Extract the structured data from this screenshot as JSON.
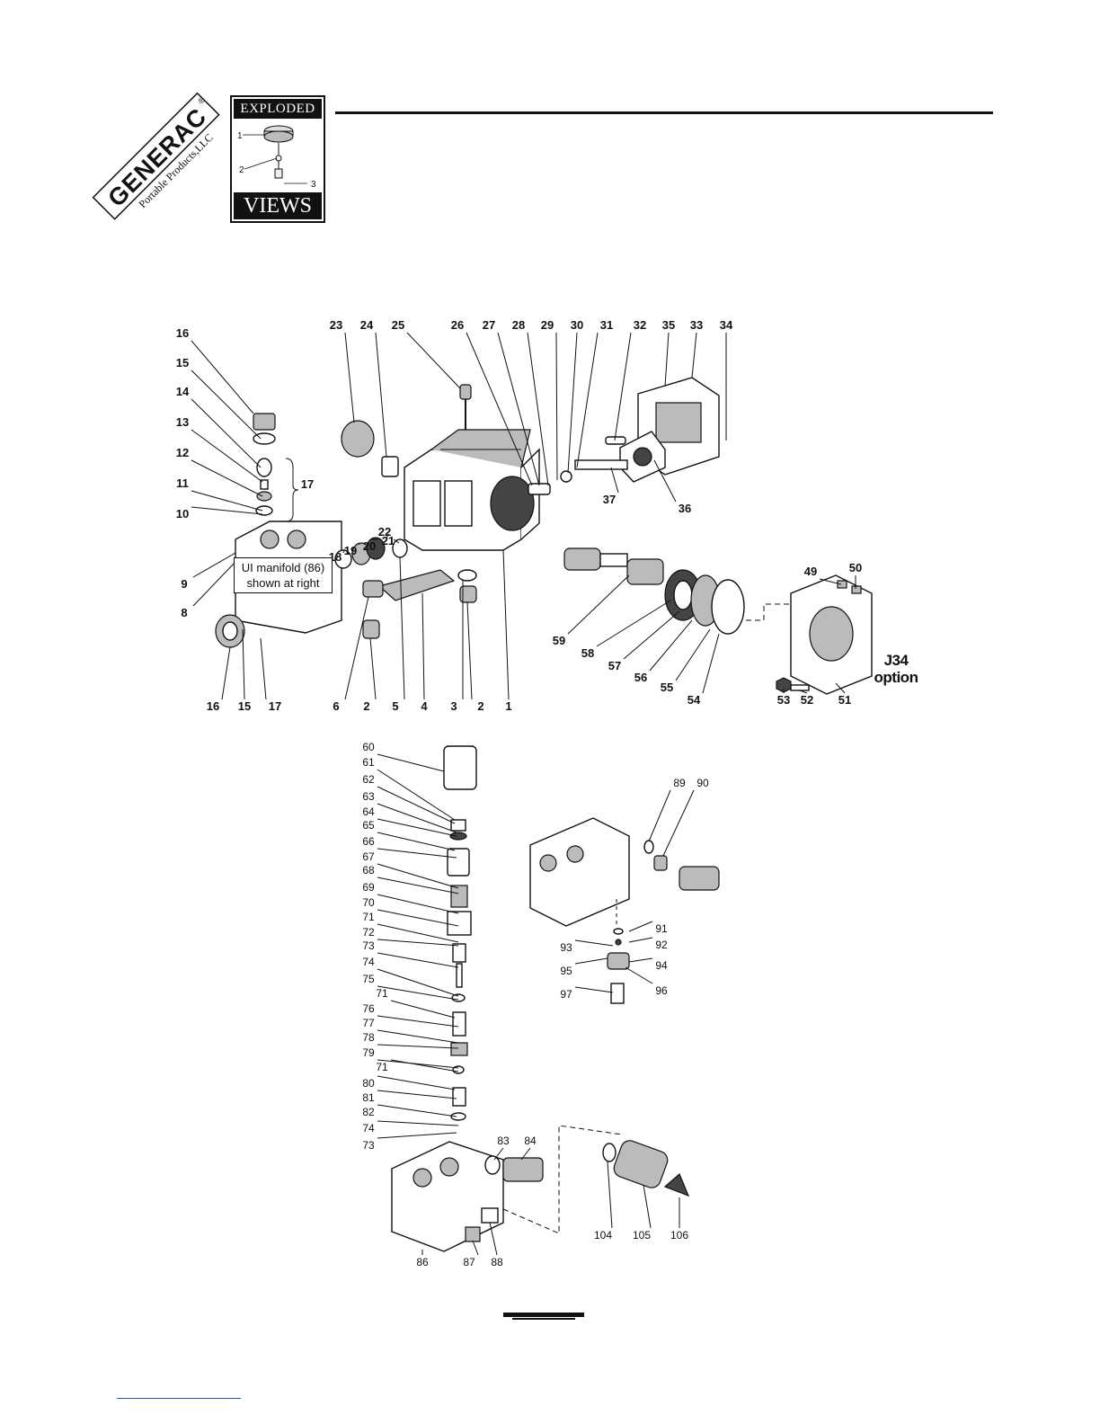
{
  "logo": {
    "brand": "GENERAC",
    "sub": "Portable Products,LLC",
    "mark": "®"
  },
  "badge": {
    "top": "EXPLODED",
    "bottom": "VIEWS",
    "n1": "1",
    "n2": "2",
    "n3": "3"
  },
  "callout": {
    "line1": "UI manifold (86)",
    "line2": "shown at right"
  },
  "option": {
    "line1": "J34",
    "line2": "option"
  },
  "labels_top": [
    "16",
    "15",
    "14",
    "13",
    "12",
    "11",
    "10",
    "17",
    "9",
    "8",
    "16",
    "15",
    "17",
    "6",
    "2",
    "5",
    "4",
    "3",
    "2",
    "1",
    "18",
    "19",
    "20",
    "21",
    "22",
    "23",
    "24",
    "25",
    "26",
    "27",
    "28",
    "29",
    "30",
    "31",
    "32",
    "35",
    "33",
    "34",
    "37",
    "36",
    "59",
    "58",
    "57",
    "56",
    "55",
    "54",
    "49",
    "50",
    "53",
    "52",
    "51"
  ],
  "labels_bottom": [
    "60",
    "61",
    "62",
    "63",
    "64",
    "65",
    "66",
    "67",
    "68",
    "69",
    "70",
    "71",
    "72",
    "73",
    "74",
    "75",
    "71",
    "76",
    "77",
    "78",
    "79",
    "71",
    "80",
    "81",
    "82",
    "74",
    "73",
    "83",
    "84",
    "86",
    "87",
    "88",
    "104",
    "105",
    "106",
    "89",
    "90",
    "91",
    "92",
    "93",
    "94",
    "95",
    "96",
    "97"
  ]
}
